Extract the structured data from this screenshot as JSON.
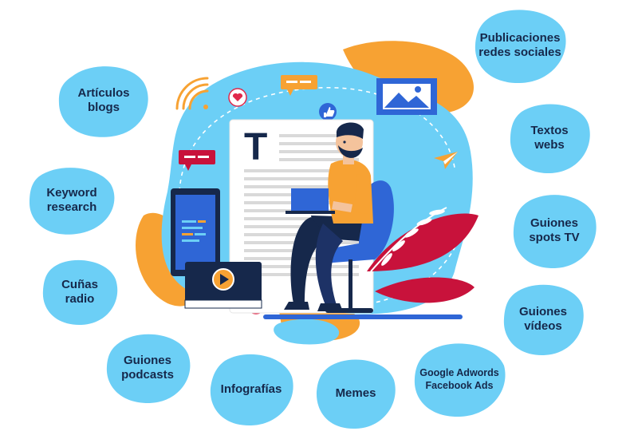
{
  "services": [
    {
      "id": "articulos",
      "label": "Artículos\nblogs"
    },
    {
      "id": "keyword",
      "label": "Keyword\nresearch"
    },
    {
      "id": "cunas",
      "label": "Cuñas\nradio"
    },
    {
      "id": "podcasts",
      "label": "Guiones\npodcasts"
    },
    {
      "id": "infografias",
      "label": "Infografías"
    },
    {
      "id": "memes",
      "label": "Memes"
    },
    {
      "id": "adwords",
      "label": "Google Adwords\nFacebook Ads"
    },
    {
      "id": "videos",
      "label": "Guiones\nvídeos"
    },
    {
      "id": "spots",
      "label": "Guiones\nspots TV"
    },
    {
      "id": "textos",
      "label": "Textos\nwebs"
    },
    {
      "id": "publicaciones",
      "label": "Publicaciones\nredes sociales"
    }
  ],
  "illustration": {
    "document_letter": "T",
    "icons": [
      "heart-icon",
      "chat-bubble-icon",
      "thumbs-up-icon",
      "image-icon",
      "paper-plane-icon",
      "wifi-icon",
      "play-icon",
      "laptop-icon"
    ]
  },
  "colors": {
    "bubble": "#6ccff6",
    "blob_blue": "#6ccff6",
    "blob_orange": "#f7a233",
    "navy": "#16284b",
    "shirt": "#f7a233",
    "chair": "#2f66d6",
    "leaf_red": "#c8123b",
    "heart": "#e0284b"
  }
}
